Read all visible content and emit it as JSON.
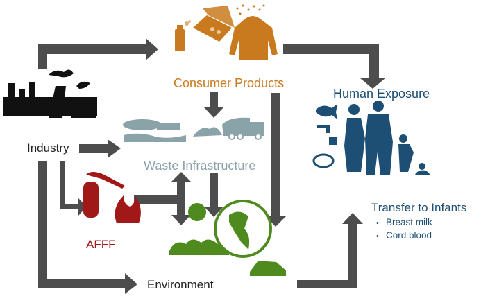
{
  "title": "PFAS exposure pathways",
  "colors": {
    "arrow": "#4d4d4d",
    "consumer": "#c97a1e",
    "human": "#1d4e73",
    "industry": "#111111",
    "waste": "#8aa3a8",
    "afff": "#a01818",
    "environment": "#4f8a1e",
    "text_dark": "#222222"
  },
  "nodes": {
    "consumer_products": {
      "label": "Consumer Products",
      "icons": [
        "spray-can-icon",
        "pizza-box-icon",
        "rain-jacket-icon"
      ]
    },
    "human_exposure": {
      "label": "Human Exposure",
      "icons": [
        "fish-icon",
        "faucet-icon",
        "cup-icon",
        "dust-mask-icon",
        "family-icon"
      ]
    },
    "industry": {
      "label": "Industry",
      "icons": [
        "factory-icon"
      ]
    },
    "waste_infrastructure": {
      "label": "Waste Infrastructure",
      "icons": [
        "wastewater-plant-icon",
        "landfill-icon",
        "garbage-truck-icon"
      ]
    },
    "afff": {
      "label": "AFFF",
      "icons": [
        "fire-extinguisher-icon",
        "flame-icon"
      ]
    },
    "environment": {
      "label": "Environment",
      "icons": [
        "sun-icon",
        "waves-icon",
        "globe-icon",
        "tractor-icon"
      ]
    },
    "transfer_to_infants": {
      "label": "Transfer to Infants",
      "items": [
        "Breast milk",
        "Cord blood"
      ]
    }
  },
  "edges": [
    {
      "from": "Industry",
      "to": "Consumer Products"
    },
    {
      "from": "Industry",
      "to": "Waste Infrastructure"
    },
    {
      "from": "Industry",
      "to": "AFFF"
    },
    {
      "from": "Industry",
      "to": "Environment"
    },
    {
      "from": "Consumer Products",
      "to": "Waste Infrastructure"
    },
    {
      "from": "Consumer Products",
      "to": "Human Exposure"
    },
    {
      "from": "Consumer Products",
      "to": "Environment"
    },
    {
      "from": "AFFF",
      "to": "Waste Infrastructure"
    },
    {
      "from": "AFFF",
      "to": "Environment"
    },
    {
      "from": "Waste Infrastructure",
      "to": "Environment"
    },
    {
      "from": "Environment",
      "to": "Human Exposure"
    }
  ]
}
